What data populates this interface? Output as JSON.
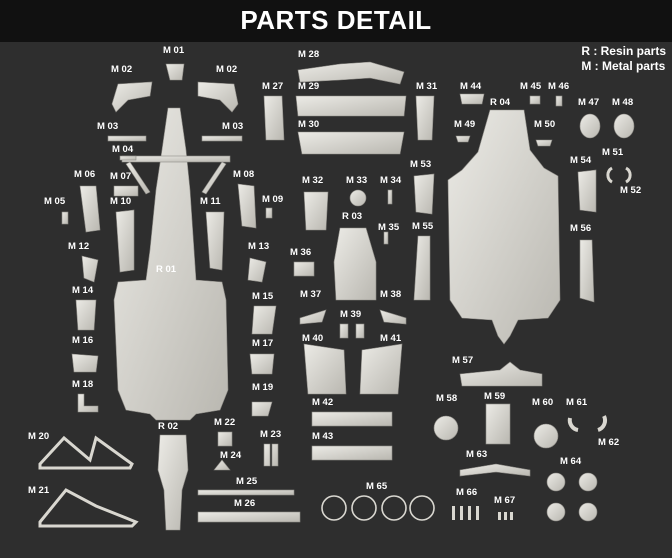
{
  "title": "PARTS DETAIL",
  "legend": [
    "R : Resin parts",
    "M : Metal parts"
  ],
  "labels": [
    "M 01",
    "M 02",
    "M 02",
    "M 03",
    "M 03",
    "M 04",
    "M 05",
    "M 06",
    "M 07",
    "M 08",
    "M 09",
    "M 10",
    "M 11",
    "M 12",
    "M 13",
    "M 14",
    "M 15",
    "M 16",
    "M 17",
    "M 18",
    "M 19",
    "M 20",
    "M 21",
    "M 22",
    "M 23",
    "M 24",
    "M 25",
    "M 26",
    "M 27",
    "M 28",
    "M 29",
    "M 30",
    "M 31",
    "M 32",
    "M 33",
    "M 34",
    "M 35",
    "M 36",
    "M 37",
    "M 38",
    "M 39",
    "M 40",
    "M 41",
    "M 42",
    "M 43",
    "M 44",
    "M 45",
    "M 46",
    "M 47",
    "M 48",
    "M 49",
    "M 50",
    "M 51",
    "M 52",
    "M 53",
    "M 54",
    "M 55",
    "M 56",
    "M 57",
    "M 58",
    "M 59",
    "M 60",
    "M 61",
    "M 62",
    "M 63",
    "M 64",
    "M 65",
    "M 66",
    "M 67",
    "R 01",
    "R 02",
    "R 03",
    "R 04"
  ],
  "colors": {
    "background": "#2e2e2e",
    "titlebar": "#111111",
    "part": "#d9d7d0",
    "text": "#ffffff"
  }
}
